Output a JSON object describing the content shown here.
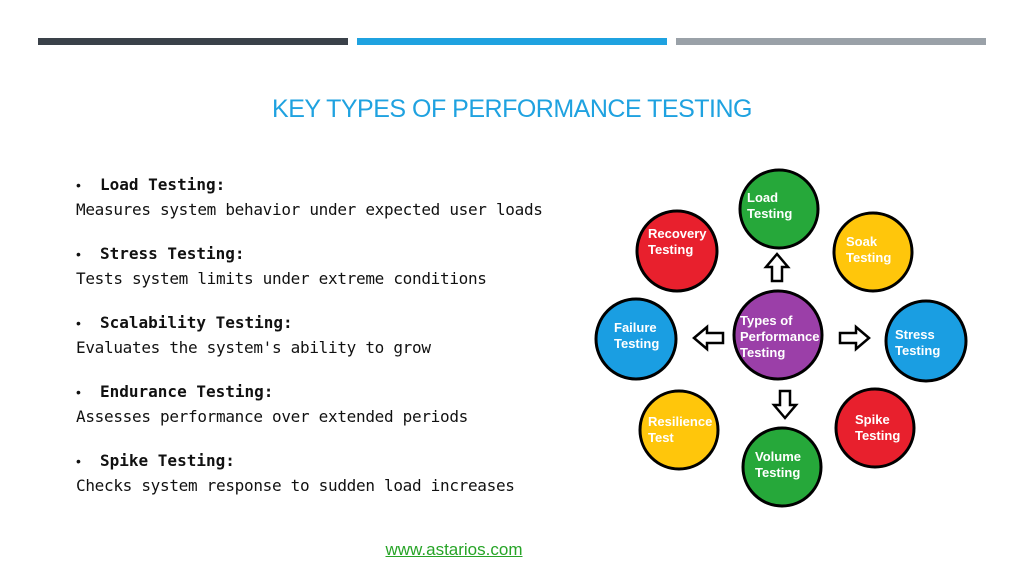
{
  "header": {
    "bar_colors": [
      "#3a4149",
      "#1fa2e0",
      "#9aa1a8"
    ]
  },
  "title": "KEY TYPES OF PERFORMANCE TESTING",
  "items": [
    {
      "bullet": "•",
      "label": "Load Testing:",
      "description": "Measures system behavior under expected user loads"
    },
    {
      "bullet": "•",
      "label": "Stress Testing:",
      "description": "Tests system limits under extreme conditions"
    },
    {
      "bullet": "•",
      "label": "Scalability Testing:",
      "description": "Evaluates the system's ability to grow"
    },
    {
      "bullet": "•",
      "label": "Endurance Testing:",
      "description": "Assesses performance over extended periods"
    },
    {
      "bullet": "•",
      "label": "Spike Testing:",
      "description": "Checks system response to sudden load increases"
    }
  ],
  "diagram": {
    "center": {
      "lines": [
        "Types of",
        "Performance",
        "Testing"
      ],
      "color": "#9b3fa8"
    },
    "nodes": [
      {
        "id": "load",
        "lines": [
          "Load",
          "Testing"
        ],
        "color": "#26a83a"
      },
      {
        "id": "soak",
        "lines": [
          "Soak",
          "Testing"
        ],
        "color": "#ffc60b"
      },
      {
        "id": "stress",
        "lines": [
          "Stress",
          "Testing"
        ],
        "color": "#1a9ee2"
      },
      {
        "id": "spike",
        "lines": [
          "Spike",
          "Testing"
        ],
        "color": "#e8202d"
      },
      {
        "id": "volume",
        "lines": [
          "Volume",
          "Testing"
        ],
        "color": "#26a83a"
      },
      {
        "id": "resilience",
        "lines": [
          "Resilience",
          "Test"
        ],
        "color": "#ffc60b"
      },
      {
        "id": "failure",
        "lines": [
          "Failure",
          "Testing"
        ],
        "color": "#1a9ee2"
      },
      {
        "id": "recovery",
        "lines": [
          "Recovery",
          "Testing"
        ],
        "color": "#e8202d"
      }
    ]
  },
  "footer": {
    "link_text": "www.astarios.com"
  }
}
